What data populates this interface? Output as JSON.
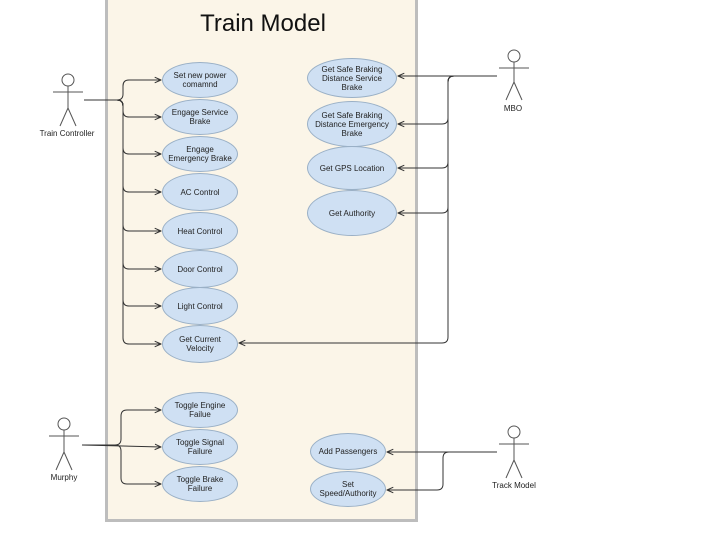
{
  "system": {
    "title": "Train Model"
  },
  "actors": {
    "train_controller": "Train Controller",
    "mbo": "MBO",
    "murphy": "Murphy",
    "track_model": "Track Model"
  },
  "use_cases": {
    "set_power": "Set new power comamnd",
    "service_brake": "Engage Service Brake",
    "emergency_brake": "Engage Emergency Brake",
    "ac_control": "AC Control",
    "heat_control": "Heat Control",
    "door_control": "Door Control",
    "light_control": "Light Control",
    "get_velocity": "Get Current Velocity",
    "safe_service": "Get Safe Braking Distance Service Brake",
    "safe_emergency": "Get Safe Braking Distance Emergency Brake",
    "gps": "Get GPS Location",
    "authority": "Get Authority",
    "engine_failure": "Toggle Engine Failue",
    "signal_failure": "Toggle Signal Failure",
    "brake_failure": "Toggle Brake Failure",
    "add_passengers": "Add Passengers",
    "set_speed_authority": "Set Speed/Authority"
  },
  "colors": {
    "boundary_fill": "#fbf5e8",
    "boundary_border": "#bdbdbd",
    "usecase_fill": "#cfe0f3",
    "usecase_border": "#9ab0c6",
    "line": "#333333"
  }
}
